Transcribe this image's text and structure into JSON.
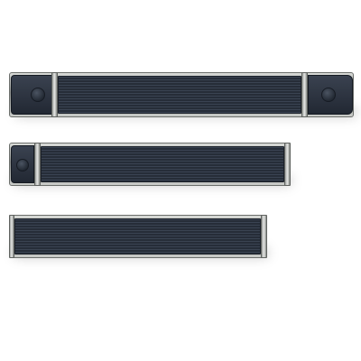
{
  "scene": {
    "description_visible_text": "",
    "items": [
      {
        "name": "long-heater",
        "color": "#2c3440"
      },
      {
        "name": "medium-heater",
        "color": "#2c3440"
      },
      {
        "name": "short-heater",
        "color": "#2c3440"
      }
    ],
    "colors": {
      "background": "#ffffff",
      "panel": "#2c3440",
      "frame": "#9a9d9a"
    }
  }
}
